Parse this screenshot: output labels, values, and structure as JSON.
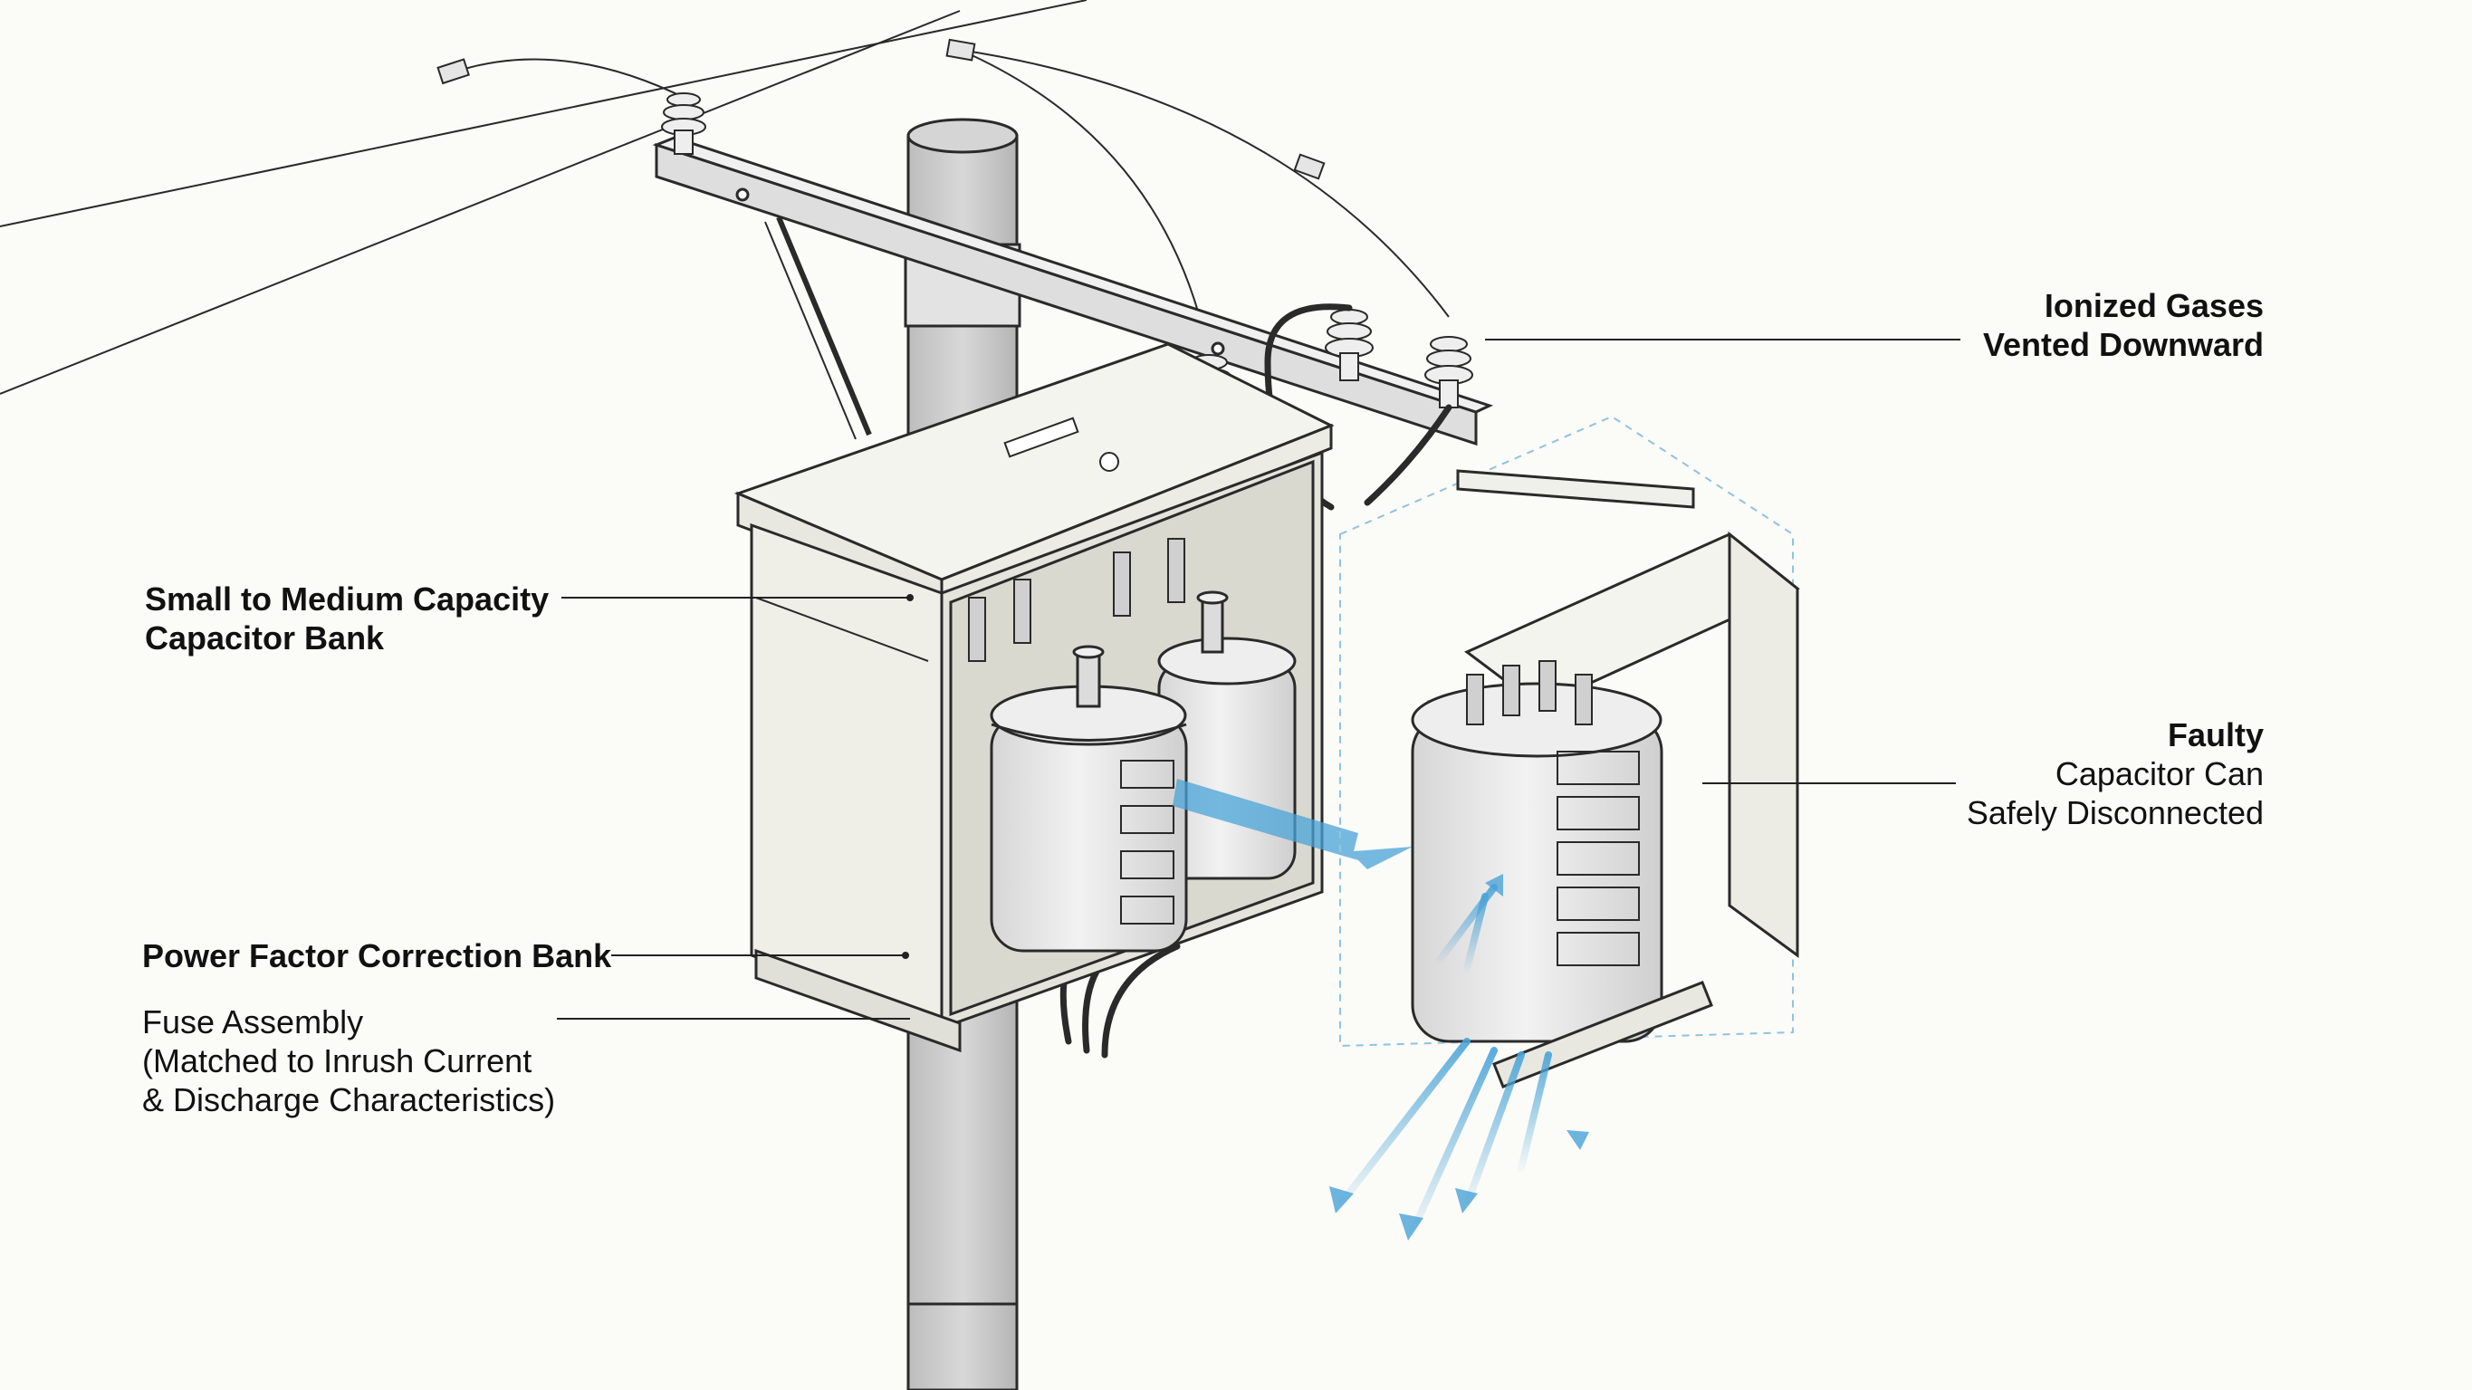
{
  "labels": {
    "ionized_gases": {
      "line1": "Ionized Gases",
      "line2": "Vented Downward"
    },
    "capacitor_bank": {
      "line1": "Small to Medium Capacity",
      "line2": "Capacitor Bank"
    },
    "faulty_can": {
      "line1": "Faulty",
      "line2": "Capacitor Can",
      "line3": "Safely Disconnected"
    },
    "pf_bank": {
      "line1": "Power Factor Correction Bank"
    },
    "fuse_assembly": {
      "line1": "Fuse Assembly",
      "line2": "(Matched to Inrush Current",
      "line3": "& Discharge Characteristics)"
    }
  },
  "colors": {
    "background": "#fbfbf8",
    "outline": "#2a2a2a",
    "pole": "#c9c9c9",
    "enclosure": "#f1f1ea",
    "capacitor": "#e7e7e7",
    "gas_blue": "#4aa3d8",
    "leader": "#222222"
  }
}
